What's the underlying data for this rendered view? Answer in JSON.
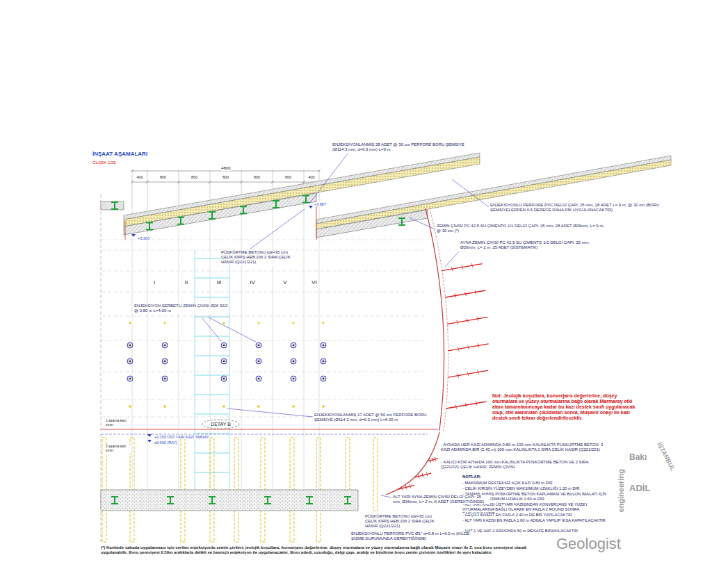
{
  "diagram": {
    "title": "İNŞAAT AŞAMALARI",
    "caption": "(*) Kavitede sahada uygulanması için verilen enjeksiyonlu zemin çivileri; jeolojik koşullara, konverjans değerlerine, düşey oturmalara ve yüzey oturmalarına bağlı olarak Müşavir onayı ile 2. sıra boru şemsiyesi olarak uygulanabilir. Boru şemsiyesi 0.50m aralıklarla delikli ve basınçlı enjeksiyon ile uygulanacaktır. Boru adedi, uzunluğu, delgi çapı, aralığı ve bindirme boyu zemin çivisinin özellikleri ile aynı kalacaktır.",
    "nodes": [
      {
        "text": [
          "DETAY B"
        ]
      }
    ],
    "labels": [
      "ÖLÇEK 1/25",
      "4800",
      "400",
      "800",
      "800",
      "800",
      "800",
      "800",
      "400",
      "+3.887",
      "+3.300",
      "ENJEKSİYONLANMIŞ 28 ADET @ 30 cm PERFORE BORU ŞEMSİYE (Ø114.3 mm, d=6.3 mm) L=9 m",
      "ENJEKSİYONLU PERFORE PVC DELGİ ÇAPI: 25 mm, 28 ADET L= 9 m, @ 30 cm (BORU ŞEMSİYELERDEN 0.5 DERECE DAHA DİK UYGULANACAKTIR)",
      "ZEMİN ÇİVİSİ PC 42.5 SU ÇİMENTO 1/1 DELGİ ÇAPI: 25 mm, 28 ADET Ø26mm, L= 9 m, @ 30 cm (*)",
      "PÜSKÜRTME BETONU (ds=35 cm) ÇELİK KİRİŞ HEB 200 2 SIRA ÇELİK HASIR (Q221/221)",
      "AYNA ZEMİN ÇİVİSİ PC 42.5 SU ÇİMENTO 1/1 DELGİ ÇAPI: 25 mm, Ø26mm, L= 2 m, 25 ADET (SİSTEMATİK)",
      "I",
      "II",
      "III",
      "IV",
      "V",
      "VI",
      "ENJEKSİYON ŞERBETLİ ZEMİN ÇİVİSİ Ø26 32/2 @ 0.80 m L=4.00 m",
      "Not: Jeolojik koşullara, konverjans değerlerine, düşey oturmalara ve yüzey oturmalarına bağlı olarak Marmaray etki alanı tamamlanıncaya kadar bu kazı destek sınıfı uygulanacak olup, etki alanından çıkıldıktan sonra, Müşavir onayı ile kazı destek sınıfı tekrar değerlendirilecektir.",
      "ENJEKSİYONLANMIŞ 17 ADET @ 50 cm PERFORE BORU ŞEMSİYE (Ø114.3 mm, d=6.3 mm) L=6.00 m",
      "1.aşama kazı sınırı",
      "+0.150 ÜST YARI KAZI TABANI",
      "±0.000 (RAY)",
      "2.aşama kazı sınırı",
      "- AYNADA HER KAZI ADIMINDA 0.80 m 100 mm KALINLIKTA PÜSKÜRTME BETON, 3 KAZI ADIMINDA BİR (2.40 m) 100 mm KALINLIKTA 1 SIRA ÇELİK HASIR (Q221/221)",
      "- KALICI KÖR AYNADA 100 mm KALINLIKTA PÜSKÜRTME BETON VE 2 SIRA Q221/221 ÇELİK HASIR, ZEMİN ÇİVİSİ",
      "NOTLAR:",
      "- MAKSİMUM DESTEKSİZ AÇIK KAZI 0.80 m DİR.",
      "- ÇELİK KİRİŞİN YÜZEYDEN MAKSİMUM UZAKLIĞI 1.20 m DİR.",
      "- TAMAMLANMIŞ PÜSKÜRTME BETON KAPLAMASI VE BULON İMALATI İÇİN AYNADAN MAKSİMUM UZAKLIK 1.60 m DİR.",
      "- ALTYARI KAZISI ÜSTYARI KAZISINDAN KONVERJANS VE YÜZEY OTURMALARINA BAĞLI OLARAK EN FAZLA 2 ROUND SONRA BAŞLAYACAKTIR.",
      "- GEÇİCİ İNVERT EN FAZLA 2.40 m DE BİR YAPILACAKTIR.",
      "- ALT YARI KAZISI EN FAZLA 1.60 m ADIMLA YAPILIP İKSA KAPATILACAKTIR.",
      "- HAT-1 VE HAT-2 ARASINDA 50 m MESAFE BIRAKILACAKTIR.",
      "ALT YARI AYNA ZEMİN ÇİVİSİ DELGİ ÇAPI: 25 mm, Ø26mm, L= 2 m, 6 ADET (GEREKTİĞİNDE)",
      "PÜSKÜRTME BETONU (ds=35 cm) ÇELİK KİRİŞ HEB 200 2 SIRA ÇELİK HASIR (Q221/221)",
      "ENJEKSİYONLU PERFORE PVC Ø1'' d=0.8 m L=6.0 m (KILDE ŞİŞME DURUMUNDA GEREKTİĞİNDE)",
      "Bakı",
      "engineering",
      "ADİL",
      "Geologist",
      "İSTANBUL"
    ]
  }
}
